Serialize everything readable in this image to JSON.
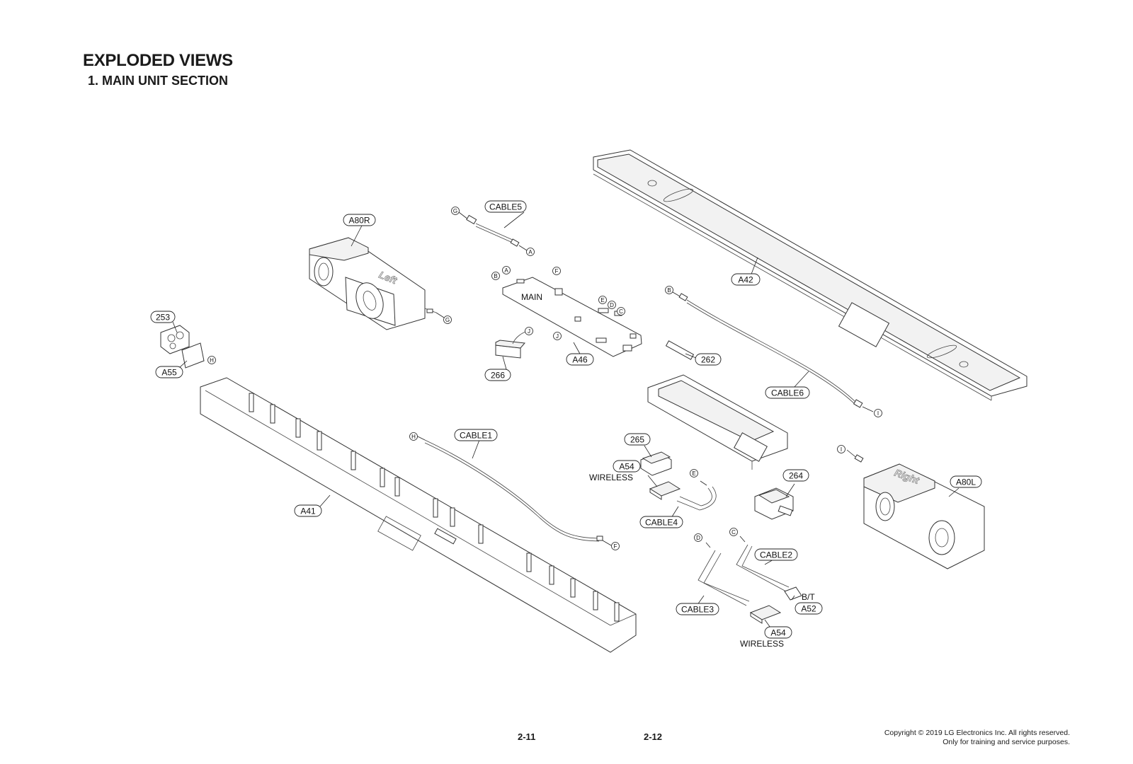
{
  "header": {
    "title": "EXPLODED VIEWS",
    "subtitle": "1. MAIN UNIT SECTION"
  },
  "footer": {
    "page_left": "2-11",
    "page_right": "2-12",
    "copyright_line1": "Copyright © 2019 LG Electronics Inc. All rights reserved.",
    "copyright_line2": "Only for training and service purposes."
  },
  "diagram": {
    "part_labels": {
      "A80R": "A80R",
      "CABLE5": "CABLE5",
      "A42": "A42",
      "253": "253",
      "A55": "A55",
      "A46": "A46",
      "266": "266",
      "262": "262",
      "CABLE6": "CABLE6",
      "CABLE1": "CABLE1",
      "265": "265",
      "A54_top": "A54",
      "264": "264",
      "A80L": "A80L",
      "A41": "A41",
      "CABLE4": "CABLE4",
      "CABLE2": "CABLE2",
      "CABLE3": "CABLE3",
      "A52": "A52",
      "A54_bottom": "A54"
    },
    "text_labels": {
      "main_board": "MAIN",
      "wireless_top": "WIRELESS",
      "wireless_bottom": "WIRELESS",
      "bt": "B/T",
      "speaker_left": "Left",
      "speaker_right": "Right"
    },
    "connectors": {
      "G1": "G",
      "A1": "A",
      "G2": "G",
      "B1": "B",
      "A2": "A",
      "F1": "F",
      "E1": "E",
      "D1": "D",
      "C1": "C",
      "J1": "J",
      "J2": "J",
      "H1": "H",
      "B2": "B",
      "I1": "I",
      "H2": "H",
      "F2": "F",
      "E2": "E",
      "I2": "I",
      "D2": "D",
      "C2": "C"
    }
  }
}
